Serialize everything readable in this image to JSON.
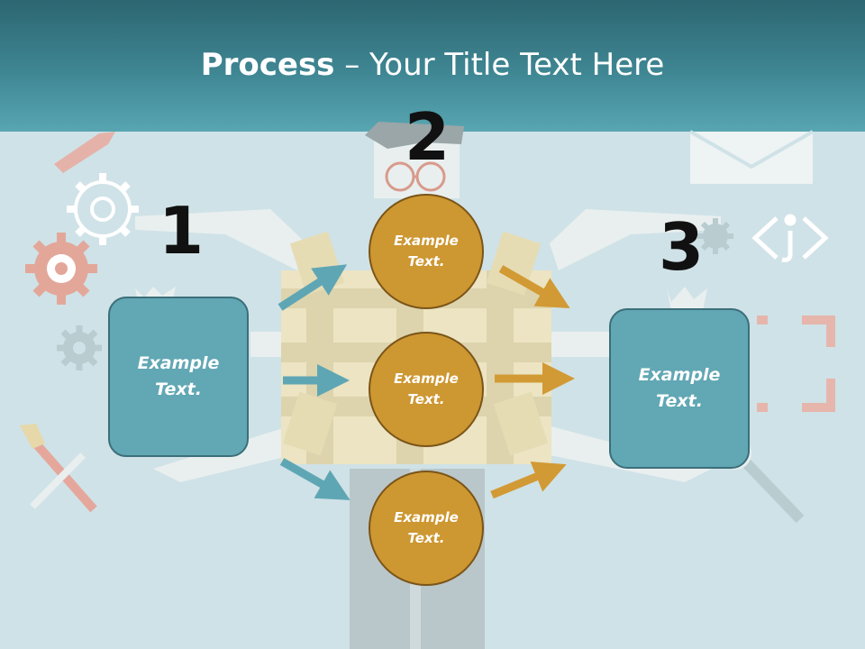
{
  "header": {
    "title_bold": "Process",
    "title_rest": " – Your Title Text Here"
  },
  "colors": {
    "header": "#3f8693",
    "background": "#cfe2e7",
    "box_fill": "#61a7b4",
    "circle_fill": "#cd9731",
    "arrow_blue": "#5fa6b5",
    "arrow_gold": "#d29a34"
  },
  "steps": [
    {
      "number": "1",
      "text": "Example Text."
    },
    {
      "number": "2",
      "text": "Example Text."
    },
    {
      "number": "3",
      "text": "Example Text."
    }
  ],
  "circles": [
    {
      "text": "Example Text."
    },
    {
      "text": "Example Text."
    },
    {
      "text": "Example Text."
    }
  ],
  "icons": [
    "gear-icon",
    "email-icon",
    "code-icon",
    "paintbrush-icon",
    "wrench-icon"
  ]
}
